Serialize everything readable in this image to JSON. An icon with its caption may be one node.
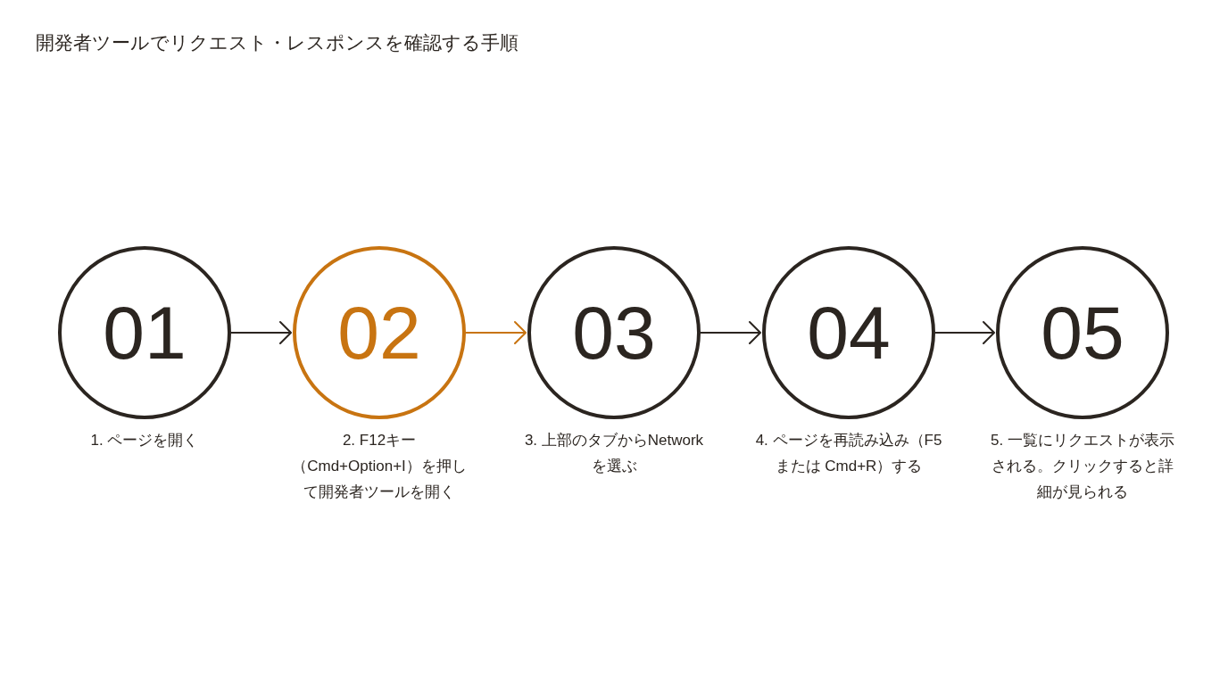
{
  "diagram": {
    "title": "開発者ツールでリクエスト・レスポンスを確認する手順",
    "nodes": [
      {
        "text": [
          "01"
        ],
        "beside": [
          "1. ページを開く"
        ]
      },
      {
        "text": [
          "02"
        ],
        "beside": [
          "2. F12キー（Cmd+Option+I）を押して開発者ツールを開く"
        ]
      },
      {
        "text": [
          "03"
        ],
        "beside": [
          "3. 上部のタブからNetwork を選ぶ"
        ]
      },
      {
        "text": [
          "04"
        ],
        "beside": [
          "4. ページを再読み込み（F5 または Cmd+R）する"
        ]
      },
      {
        "text": [
          "05"
        ],
        "beside": [
          "5. 一覧にリクエストが表示される。クリックすると詳細が見られる"
        ]
      }
    ],
    "edges": [
      {
        "from": 0,
        "to": 1,
        "arrow": "to"
      },
      {
        "from": 1,
        "to": 2,
        "arrow": "to",
        "color": "#c87411"
      },
      {
        "from": 2,
        "to": 3,
        "arrow": "to"
      },
      {
        "from": 3,
        "to": 4,
        "arrow": "to"
      }
    ]
  }
}
